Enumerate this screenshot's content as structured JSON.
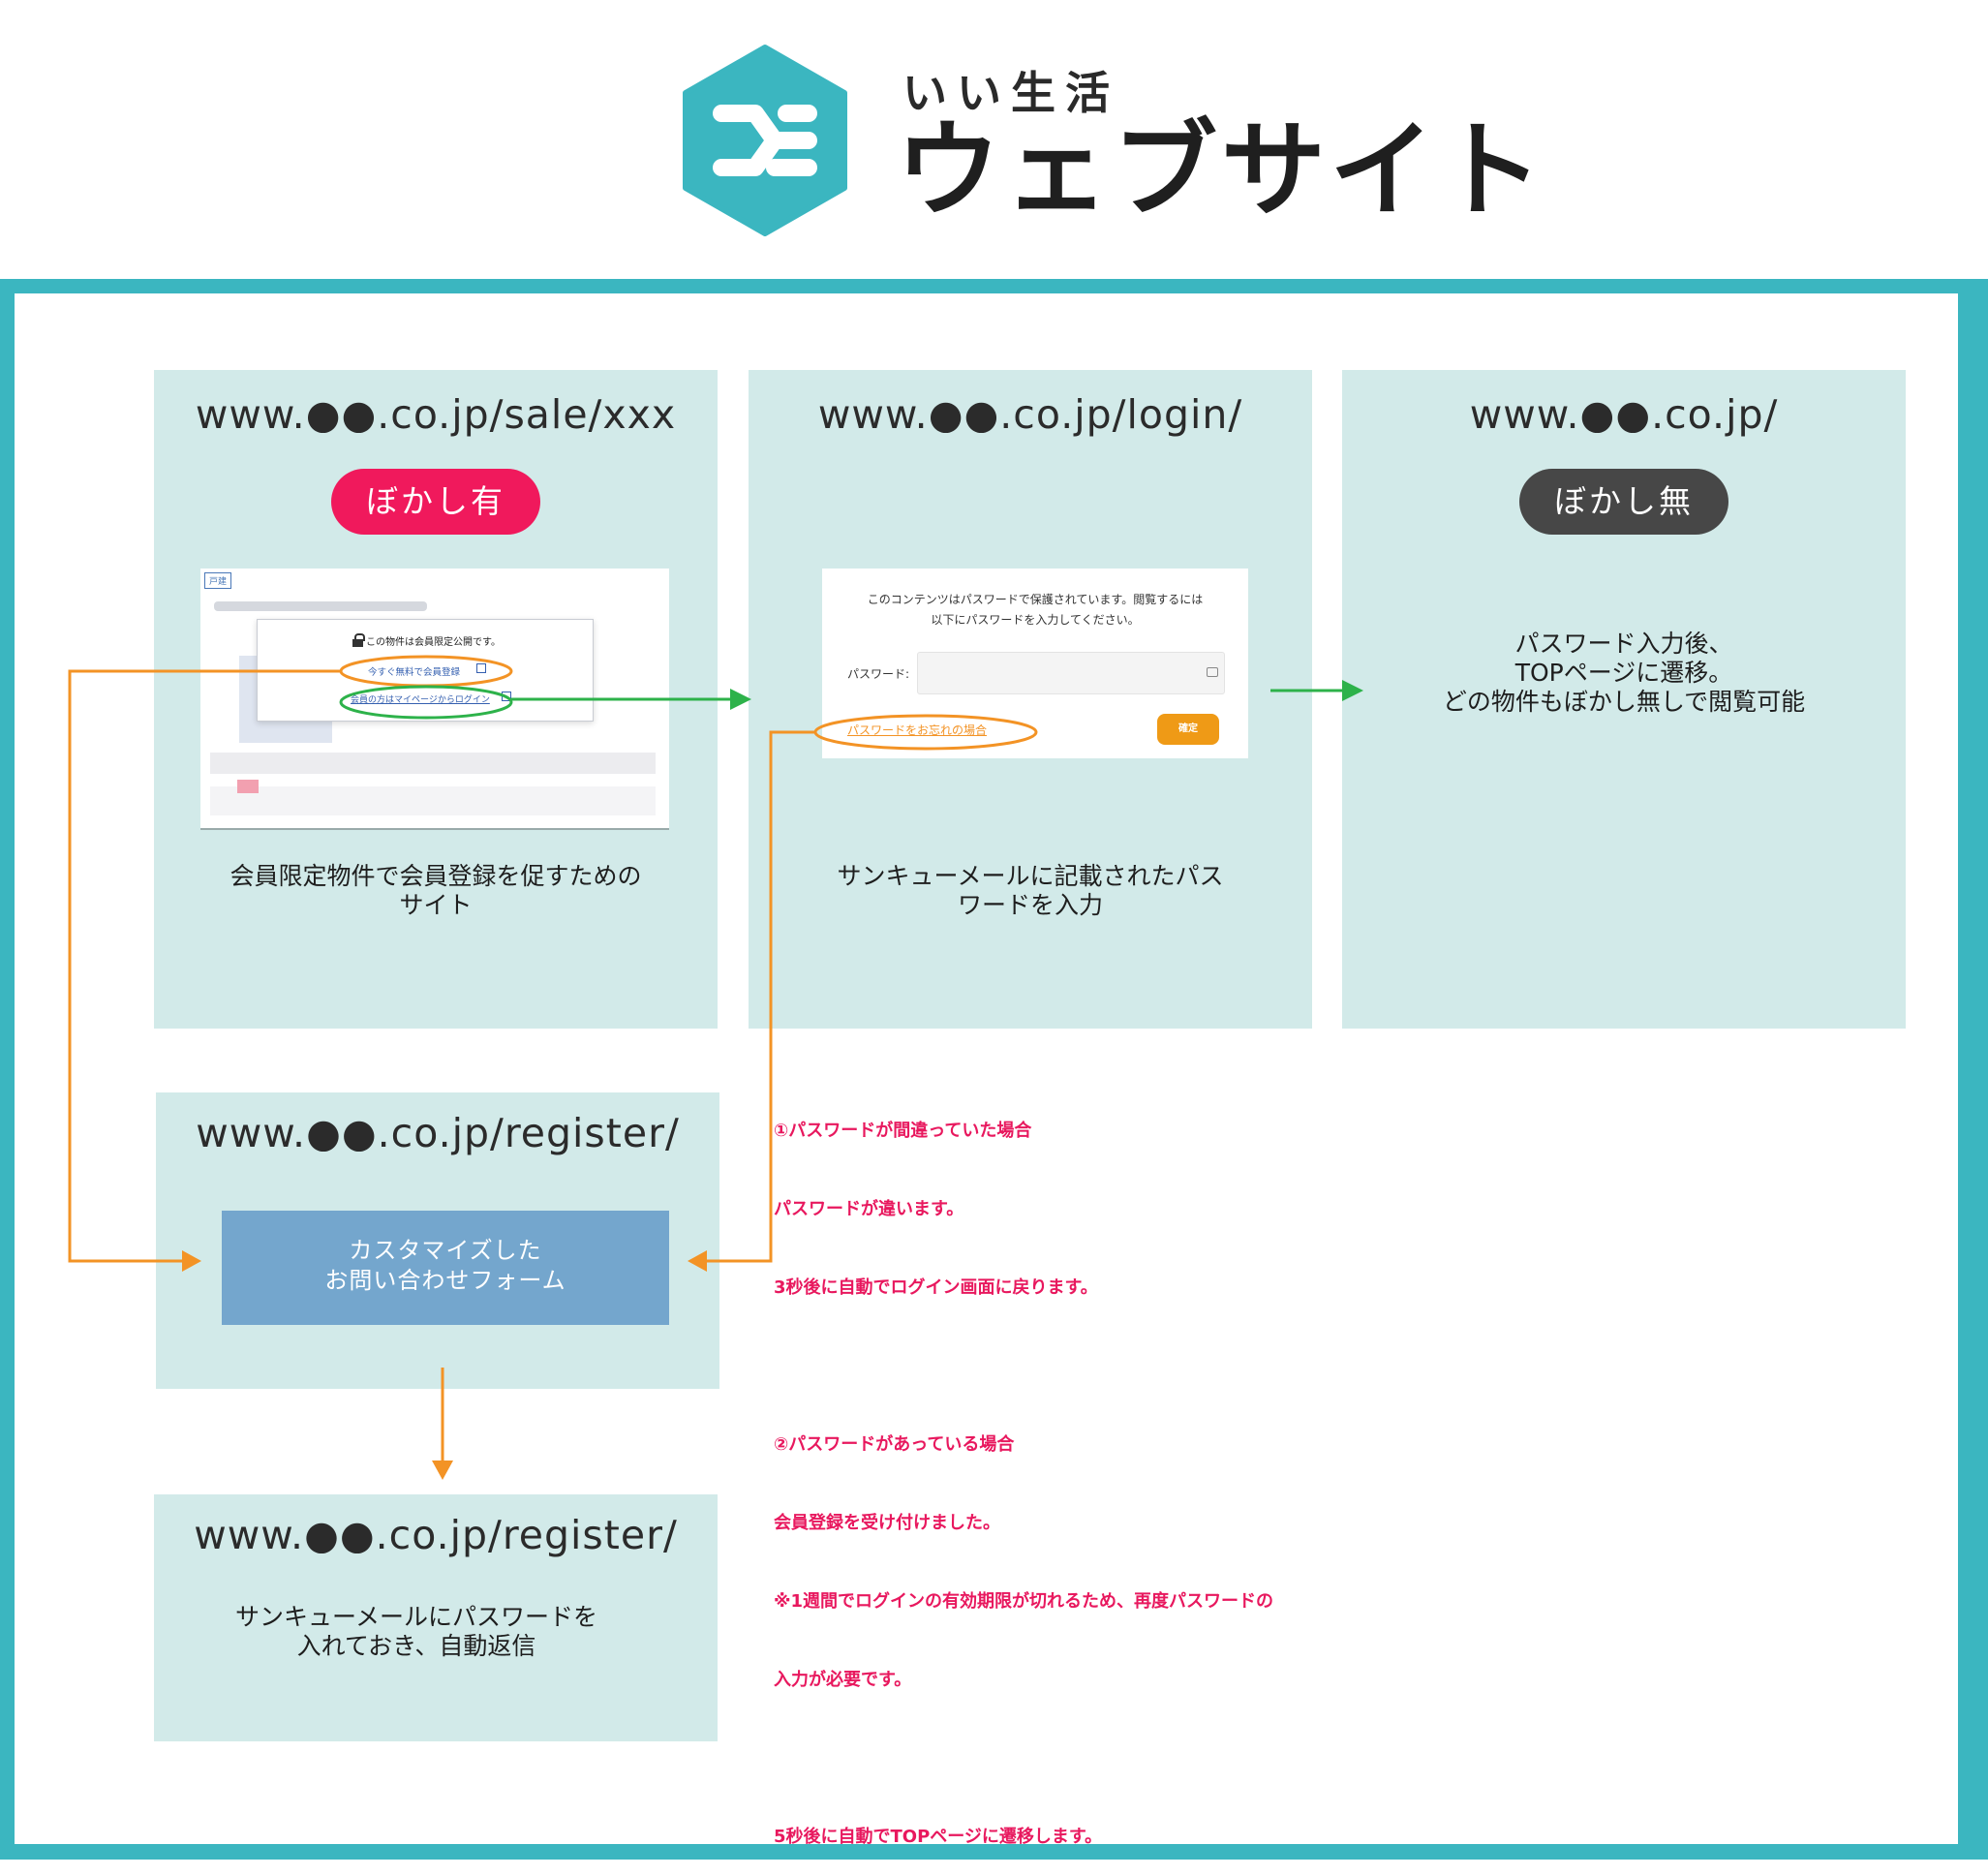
{
  "logo": {
    "brand_small": "いい生活",
    "brand_big": "ウェブサイト",
    "icon": "hexagon-logo-icon",
    "color": "#3bb6c0"
  },
  "colors": {
    "frame": "#3bb6c0",
    "panel": "#d2eae9",
    "blur_on": "#f0195c",
    "blur_off": "#474747",
    "orange": "#f39325",
    "green": "#2db24a",
    "note": "#e8185e",
    "form": "#74a6cd"
  },
  "panels": {
    "sale": {
      "url": "www.●●.co.jp/sale/xxx",
      "badge": "ぼかし有",
      "desc_line1": "会員限定物件で会員登録を促すための",
      "desc_line2": "サイト",
      "shot": {
        "tag": "戸建",
        "lock_text": "この物件は会員限定公開です。",
        "register_link": "今すぐ無料で会員登録",
        "login_link": "会員の方はマイページからログイン"
      }
    },
    "login": {
      "url": "www.●●.co.jp/login/",
      "desc_line1": "サンキューメールに記載されたパス",
      "desc_line2": "ワードを入力",
      "shot": {
        "message_line1": "このコンテンツはパスワードで保護されています。閲覧するには",
        "message_line2": "以下にパスワードを入力してください。",
        "password_label": "パスワード:",
        "forgot_link": "パスワードをお忘れの場合",
        "confirm_button": "確定"
      }
    },
    "top": {
      "url": "www.●●.co.jp/",
      "badge": "ぼかし無",
      "desc_line1": "パスワード入力後、",
      "desc_line2": "TOPページに遷移。",
      "desc_line3": "どの物件もぼかし無しで閲覧可能"
    },
    "register": {
      "url": "www.●●.co.jp/register/",
      "form_line1": "カスタマイズした",
      "form_line2": "お問い合わせフォーム"
    },
    "register2": {
      "url": "www.●●.co.jp/register/",
      "desc_line1": "サンキューメールにパスワードを",
      "desc_line2": "入れておき、自動返信"
    }
  },
  "notes": {
    "n1": "①パスワードが間違っていた場合",
    "n2": "パスワードが違います。",
    "n3": "3秒後に自動でログイン画面に戻ります。",
    "n4": "②パスワードがあっている場合",
    "n5": "会員登録を受け付けました。",
    "n6": "※1週間でログインの有効期限が切れるため、再度パスワードの",
    "n7": "入力が必要です。",
    "n8": "5秒後に自動でTOPページに遷移します。"
  }
}
